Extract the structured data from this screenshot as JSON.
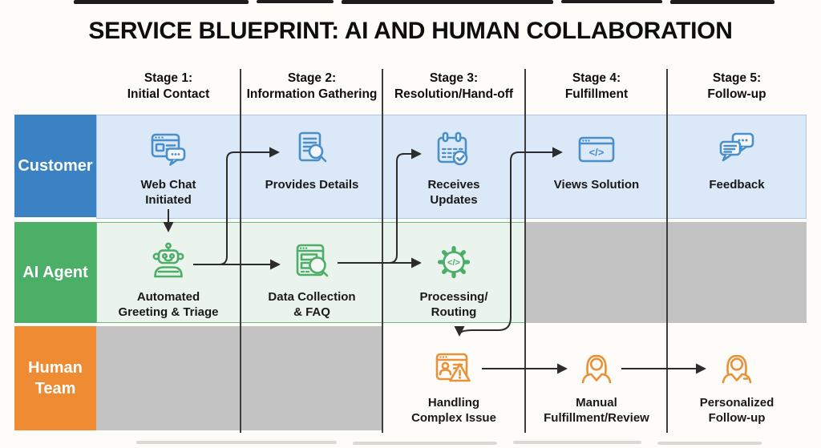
{
  "page": {
    "title": "SERVICE BLUEPRINT: AI AND HUMAN COLLABORATION"
  },
  "stages": [
    {
      "label": "Stage 1:\nInitial Contact"
    },
    {
      "label": "Stage 2:\nInformation Gathering"
    },
    {
      "label": "Stage 3:\nResolution/Hand-off"
    },
    {
      "label": "Stage 4:\nFulfillment"
    },
    {
      "label": "Stage 5:\nFollow-up"
    }
  ],
  "lanes": {
    "customer": {
      "label": "Customer",
      "color": "#3b82c4",
      "row_bg": "#dbe8f7"
    },
    "ai_agent": {
      "label": "AI Agent",
      "color": "#4caf68",
      "row_bg": "#eaf4ec"
    },
    "human_team": {
      "label": "Human\nTeam",
      "color": "#ef8b33",
      "inactive_bg": "#c3c3c3"
    }
  },
  "nodes": {
    "web_chat": {
      "label": "Web Chat\nInitiated",
      "icon": "web-chat-icon",
      "lane": "customer",
      "stage": 1
    },
    "provides_details": {
      "label": "Provides Details",
      "icon": "document-magnifier-icon",
      "lane": "customer",
      "stage": 2
    },
    "receives_updates": {
      "label": "Receives\nUpdates",
      "icon": "calendar-check-icon",
      "lane": "customer",
      "stage": 3
    },
    "views_solution": {
      "label": "Views Solution",
      "icon": "browser-code-icon",
      "lane": "customer",
      "stage": 4
    },
    "feedback": {
      "label": "Feedback",
      "icon": "chat-bubbles-icon",
      "lane": "customer",
      "stage": 5
    },
    "automated_greeting": {
      "label": "Automated\nGreeting & Triage",
      "icon": "robot-icon",
      "lane": "ai_agent",
      "stage": 1
    },
    "data_collection": {
      "label": "Data Collection\n& FAQ",
      "icon": "browser-magnifier-icon",
      "lane": "ai_agent",
      "stage": 2
    },
    "processing": {
      "label": "Processing/\nRouting",
      "icon": "gear-code-icon",
      "lane": "ai_agent",
      "stage": 3
    },
    "handling": {
      "label": "Handling\nComplex Issue",
      "icon": "browser-person-warning-icon",
      "lane": "human_team",
      "stage": 3
    },
    "manual": {
      "label": "Manual\nFulfillment/Review",
      "icon": "person-icon",
      "lane": "human_team",
      "stage": 4
    },
    "personalized": {
      "label": "Personalized\nFollow-up",
      "icon": "person-badge-icon",
      "lane": "human_team",
      "stage": 5
    }
  },
  "colors": {
    "icon_blue": "#4a8fc7",
    "icon_green": "#4cae68",
    "icon_orange": "#e8923a",
    "inactive_gray": "#c3c3c3",
    "connector": "#2c2c2c",
    "divider": "#3d3d3d"
  }
}
